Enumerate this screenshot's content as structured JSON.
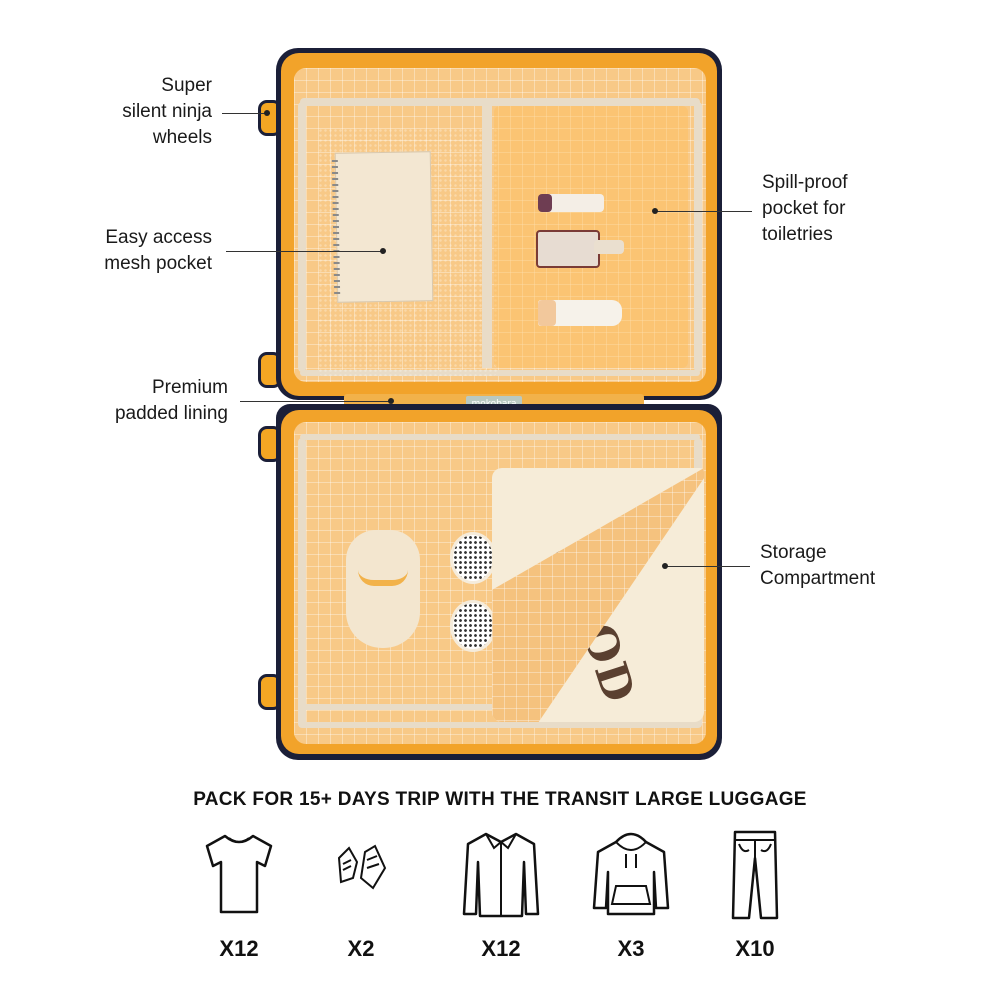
{
  "brand_tag": "mokobara",
  "callouts": {
    "wheels": {
      "line1": "Super",
      "line2": "silent ninja",
      "line3": "wheels"
    },
    "mesh": {
      "line1": "Easy access",
      "line2": "mesh pocket"
    },
    "lining": {
      "line1": "Premium",
      "line2": "padded lining"
    },
    "spill": {
      "line1": "Spill-proof",
      "line2": "pocket for",
      "line3": "toiletries"
    },
    "storage": {
      "line1": "Storage",
      "line2": "Compartment"
    }
  },
  "hoodie_print": "HOOD",
  "pack": {
    "title": "PACK FOR 15+ DAYS TRIP WITH THE TRANSIT LARGE LUGGAGE",
    "items": [
      {
        "icon": "tshirt-icon",
        "count": "X12"
      },
      {
        "icon": "sneakers-icon",
        "count": "X2"
      },
      {
        "icon": "shirt-icon",
        "count": "X12"
      },
      {
        "icon": "hoodie-icon",
        "count": "X3"
      },
      {
        "icon": "trousers-icon",
        "count": "X10"
      }
    ]
  },
  "colors": {
    "shell": "#1b1f38",
    "rim": "#f2a32a",
    "lining": "#f8c987",
    "wheel": "#f4a623"
  }
}
